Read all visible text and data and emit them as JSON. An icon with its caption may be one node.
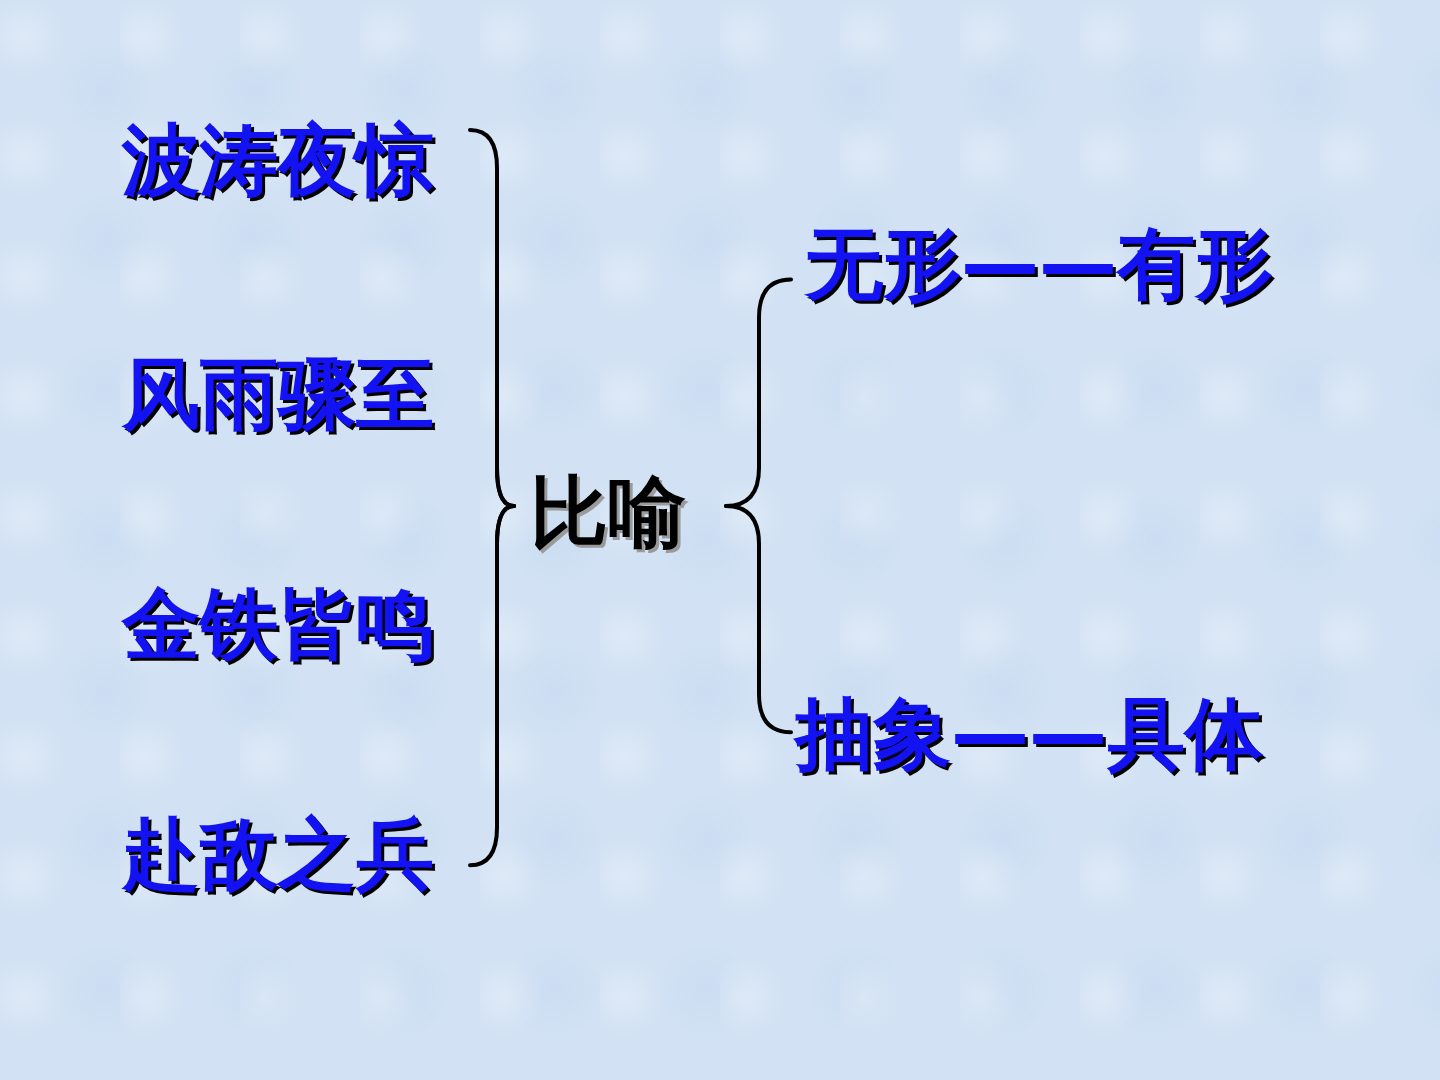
{
  "diagram": {
    "nodes": [
      {
        "text": [
          "波涛夜惊"
        ]
      },
      {
        "text": [
          "风雨骤至"
        ]
      },
      {
        "text": [
          "金铁皆鸣"
        ]
      },
      {
        "text": [
          "赴敌之兵"
        ]
      },
      {
        "text": [
          "比喻"
        ]
      },
      {
        "text": [
          "无形——有形"
        ]
      },
      {
        "text": [
          "抽象——具体"
        ]
      }
    ],
    "edges": [
      {
        "from": 0,
        "to": 4,
        "arrow": "none"
      },
      {
        "from": 1,
        "to": 4,
        "arrow": "none"
      },
      {
        "from": 2,
        "to": 4,
        "arrow": "none"
      },
      {
        "from": 3,
        "to": 4,
        "arrow": "none"
      },
      {
        "from": 4,
        "to": 5,
        "arrow": "none"
      },
      {
        "from": 4,
        "to": 6,
        "arrow": "none"
      }
    ]
  }
}
